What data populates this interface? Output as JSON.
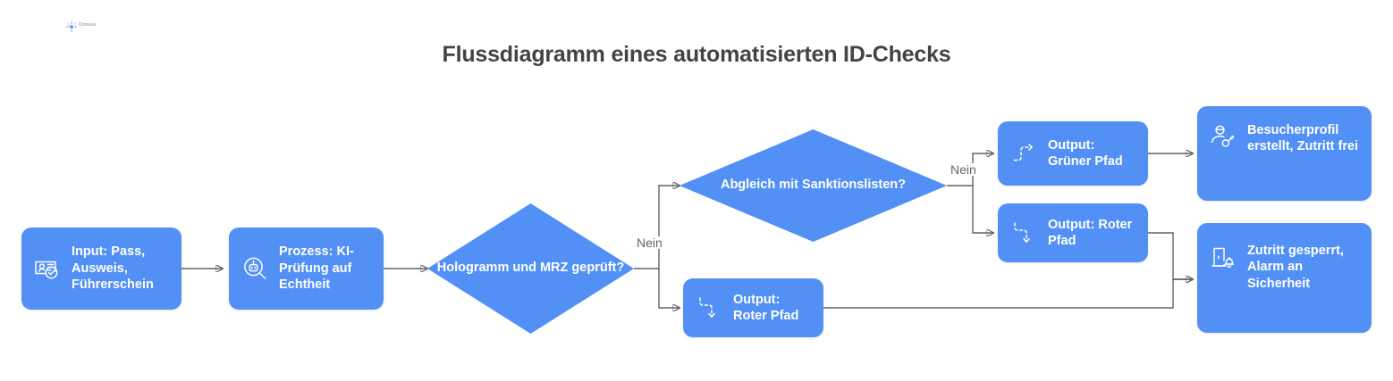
{
  "brand": {
    "name": "logo-wordmark",
    "text": "Omnius"
  },
  "title": "Flussdiagramm eines automatisierten ID-Checks",
  "colors": {
    "node_fill": "#5290f5",
    "node_text": "#ffffff",
    "edge": "#5f6368",
    "title": "#434343",
    "background": "#ffffff"
  },
  "nodes": [
    {
      "id": "input-documents",
      "type": "box",
      "icon": "id-card-check-icon",
      "label": "Input: Pass, Ausweis, Führerschein"
    },
    {
      "id": "process-ai-check",
      "type": "box",
      "icon": "robot-magnifier-icon",
      "label": "Prozess: KI-Prüfung auf Echtheit"
    },
    {
      "id": "decision-hologram-mrz",
      "type": "diamond",
      "label": "Hologramm und MRZ geprüft?"
    },
    {
      "id": "decision-sanctions",
      "type": "diamond",
      "label": "Abgleich mit Sanktionslisten?"
    },
    {
      "id": "output-green-path",
      "type": "box",
      "icon": "dashed-arrow-up-right-icon",
      "label": "Output: Grüner Pfad"
    },
    {
      "id": "output-red-path-top",
      "type": "box",
      "icon": "dashed-arrow-down-icon",
      "label": "Output: Roter Pfad"
    },
    {
      "id": "output-red-path-bottom",
      "type": "box",
      "icon": "dashed-arrow-down-icon",
      "label": "Output: Roter Pfad"
    },
    {
      "id": "result-access-granted",
      "type": "box",
      "icon": "person-key-icon",
      "label": "Besucherprofil erstellt, Zutritt frei"
    },
    {
      "id": "result-access-denied",
      "type": "box",
      "icon": "door-alarm-icon",
      "label": "Zutritt gesperrt, Alarm an Sicherheit"
    }
  ],
  "edge_labels": [
    {
      "id": "label-hologram-no",
      "text": "Nein"
    },
    {
      "id": "label-sanctions-no",
      "text": "Nein"
    }
  ]
}
